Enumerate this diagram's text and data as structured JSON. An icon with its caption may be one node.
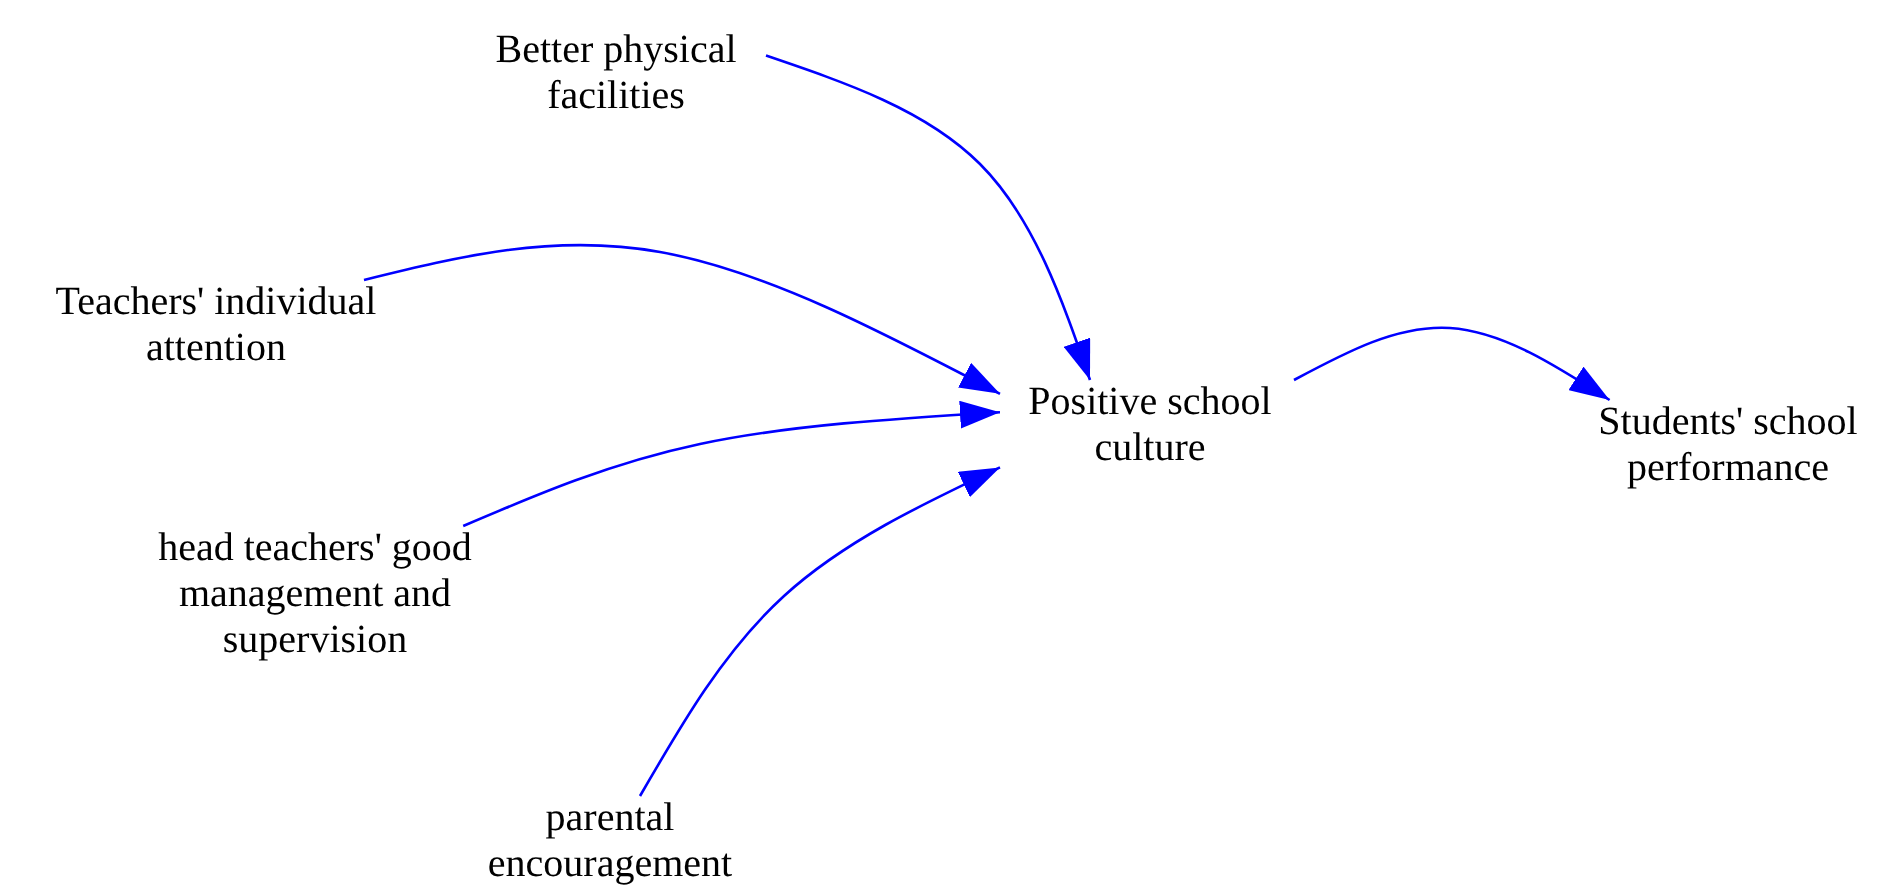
{
  "diagram": {
    "nodes": [
      {
        "text": [
          "Better physical facilities"
        ]
      },
      {
        "text": [
          "Teachers' individual attention"
        ]
      },
      {
        "text": [
          "Positive school culture"
        ]
      },
      {
        "text": [
          "Students' school performance"
        ]
      },
      {
        "text": [
          "head teachers' good management and supervision"
        ]
      },
      {
        "text": [
          "parental encouragement"
        ]
      }
    ],
    "edges": [
      {
        "from": 0,
        "to": 2,
        "arrow": "to"
      },
      {
        "from": 1,
        "to": 2,
        "arrow": "to"
      },
      {
        "from": 4,
        "to": 2,
        "arrow": "to"
      },
      {
        "from": 5,
        "to": 2,
        "arrow": "to"
      },
      {
        "from": 2,
        "to": 3,
        "arrow": "to"
      }
    ]
  }
}
